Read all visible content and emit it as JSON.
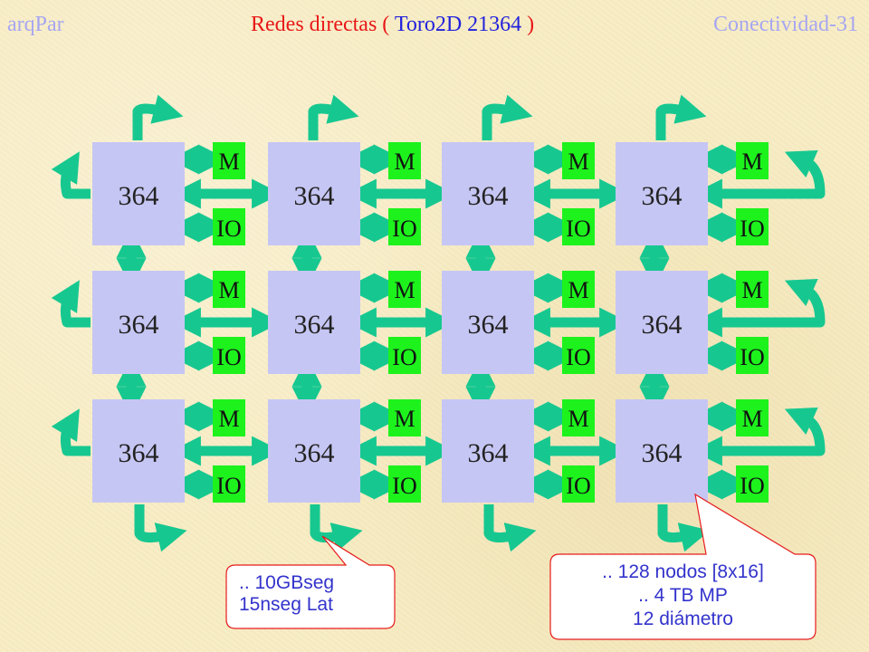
{
  "header": {
    "left": "arqPar",
    "center_prefix": "Redes directas (",
    "center_topology": "Toro2D  21364",
    "center_suffix": ")",
    "right": "Conectividad-31"
  },
  "grid": {
    "rows": 3,
    "cols": 4
  },
  "node_label": "364",
  "memory_label": "M",
  "io_label": "IO",
  "colors": {
    "node_fill": "#c6c6f4",
    "port_fill": "#1df21d",
    "link": "#16c890",
    "link_dark": "#0a7a55",
    "title_accent": "#a6a6f2",
    "title_red": "#e81818",
    "title_blue": "#2222dd",
    "callout_text": "#3333cc",
    "callout_border": "#e61c1c"
  },
  "callouts": [
    {
      "lines": [
        ".. 10GBseg",
        "15nseg  Lat"
      ]
    },
    {
      "lines": [
        ".. 128 nodos [8x16]",
        ".. 4 TB MP",
        "12 diámetro"
      ]
    }
  ]
}
